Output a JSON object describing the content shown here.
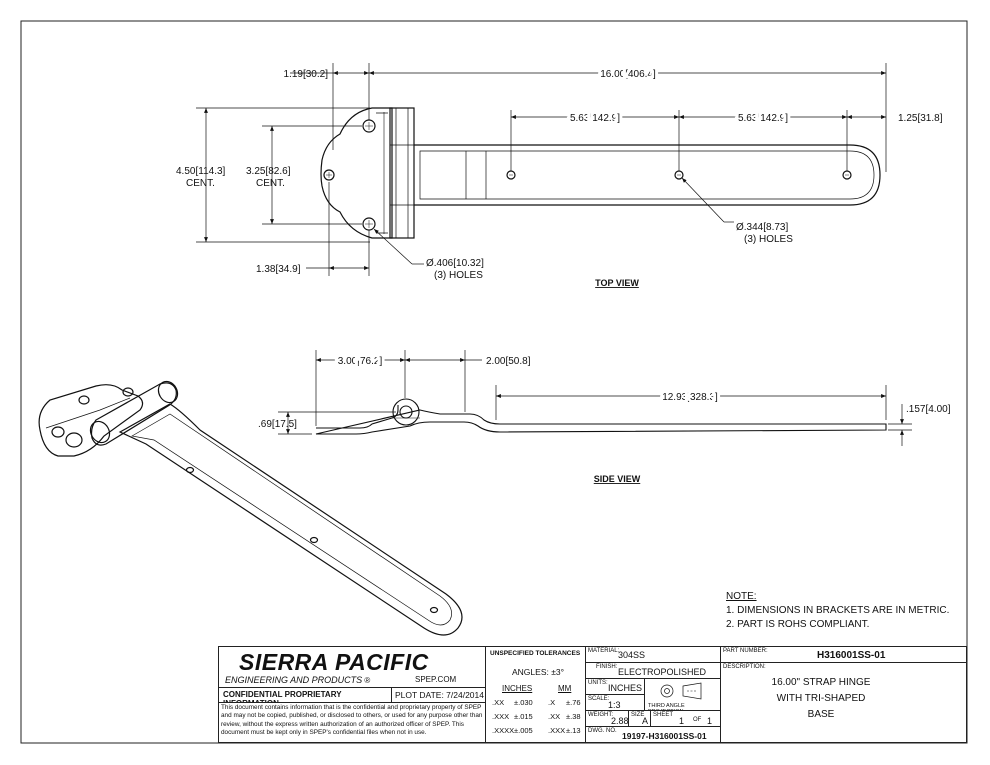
{
  "dims": {
    "top_overall": "16.00",
    "top_overall_mm": "406.4",
    "offset_left": "1.19",
    "offset_left_mm": "30.2",
    "spacing1": "5.63",
    "spacing1_mm": "142.9",
    "spacing2": "5.63",
    "spacing2_mm": "142.9",
    "end_offset": "1.25",
    "end_offset_mm": "31.8",
    "base_height": "4.50",
    "base_height_mm": "114.3",
    "base_height_note": "CENT.",
    "hole_spacing": "3.25",
    "hole_spacing_mm": "82.6",
    "hole_spacing_note": "CENT.",
    "hole_offset": "1.38",
    "hole_offset_mm": "34.9",
    "big_hole_dia": "Ø.406",
    "big_hole_dia_mm": "10.32",
    "big_hole_count": "(3) HOLES",
    "small_hole_dia": "Ø.344",
    "small_hole_dia_mm": "8.73",
    "small_hole_count": "(3) HOLES",
    "side_a": "3.00",
    "side_a_mm": "76.2",
    "side_b": "2.00",
    "side_b_mm": "50.8",
    "side_len": "12.93",
    "side_len_mm": "328.3",
    "side_height": ".69",
    "side_height_mm": "17.5",
    "thickness": ".157",
    "thickness_mm": "4.00"
  },
  "views": {
    "top": "TOP VIEW",
    "side": "SIDE VIEW"
  },
  "notes": {
    "title": "NOTE:",
    "items": [
      "1.   DIMENSIONS IN BRACKETS ARE IN METRIC.",
      "2.   PART IS ROHS COMPLIANT."
    ]
  },
  "titleblock": {
    "company": "SIERRA PACIFIC",
    "company_sub": "ENGINEERING AND PRODUCTS",
    "reg": "®",
    "website": "SPEP.COM",
    "confidential": "CONFIDENTIAL PROPRIETARY INFORMATION",
    "plot_date": "PLOT DATE: 7/24/2014",
    "disclaimer": "This document contains information that is the confidential and proprietary property of SPEP and may not be copied, published, or disclosed to others, or used for any purpose other than review, without the express written authorization of an authorized officer of SPEP. This document must be kept only in SPEP's confidential files when not in use.",
    "tol_title": "UNSPECIFIED TOLERANCES",
    "angles": "ANGLES: ±3°",
    "inches_h": "INCHES",
    "mm_h": "MM",
    "tol_rows": [
      {
        "in": ".XX",
        "in_tol": "±.030",
        "mm": ".X",
        "mm_tol": "±.76"
      },
      {
        "in": ".XXX",
        "in_tol": "±.015",
        "mm": ".XX",
        "mm_tol": "±.38"
      },
      {
        "in": ".XXXX",
        "in_tol": "±.005",
        "mm": ".XXX",
        "mm_tol": "±.13"
      }
    ],
    "material_lbl": "MATERIAL:",
    "material": "304SS",
    "finish_lbl": "FINISH:",
    "finish": "ELECTROPOLISHED",
    "units_lbl": "UNITS:",
    "units": "INCHES",
    "scale_lbl": "SCALE:",
    "scale": "1:3",
    "projection": "THIRD ANGLE PROJECTION",
    "weight_lbl": "WEIGHT:",
    "weight": "2.88",
    "size_lbl": "SIZE",
    "size": "A",
    "sheet_lbl": "SHEET",
    "sheet": "1",
    "of_lbl": "OF",
    "sheet_total": "1",
    "dwg_lbl": "DWG. NO.",
    "dwg": "19197-H316001SS-01",
    "part_lbl": "PART NUMBER:",
    "part": "H316001SS-01",
    "desc_lbl": "DESCRIPTION:",
    "desc": [
      "16.00\" STRAP HINGE",
      "WITH TRI-SHAPED",
      "BASE"
    ]
  }
}
